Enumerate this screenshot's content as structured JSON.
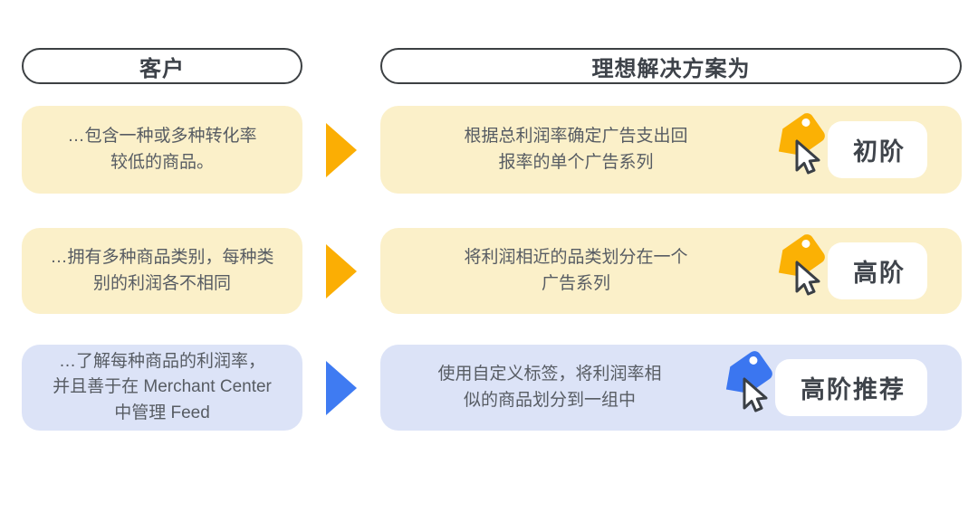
{
  "headers": {
    "customer": "客户",
    "solution": "理想解决方案为"
  },
  "rows": [
    {
      "customer": "…包含一种或多种转化率\n较低的商品。",
      "solution": "根据总利润率确定广告支出回\n报率的单个广告系列",
      "level": "初阶",
      "theme": "yellow"
    },
    {
      "customer": "…拥有多种商品类别，每种类\n别的利润各不相同",
      "solution": "将利润相近的品类划分在一个\n广告系列",
      "level": "高阶",
      "theme": "yellow"
    },
    {
      "customer": "…了解每种商品的利润率，\n并且善于在 Merchant Center\n中管理 Feed",
      "solution": "使用自定义标签，将利润率相\n似的商品划分到一组中",
      "level": "高阶推荐",
      "theme": "blue"
    }
  ],
  "colors": {
    "yellow_accent": "#FBB104",
    "blue_accent": "#3B76F0",
    "yellow_box_bg": "#FBF0C9",
    "blue_box_bg": "#DCE3F7",
    "body_text": "#575C63",
    "header_text": "#3D4249",
    "badge_text": "#3F444B",
    "pill_border": "#3C4043"
  }
}
